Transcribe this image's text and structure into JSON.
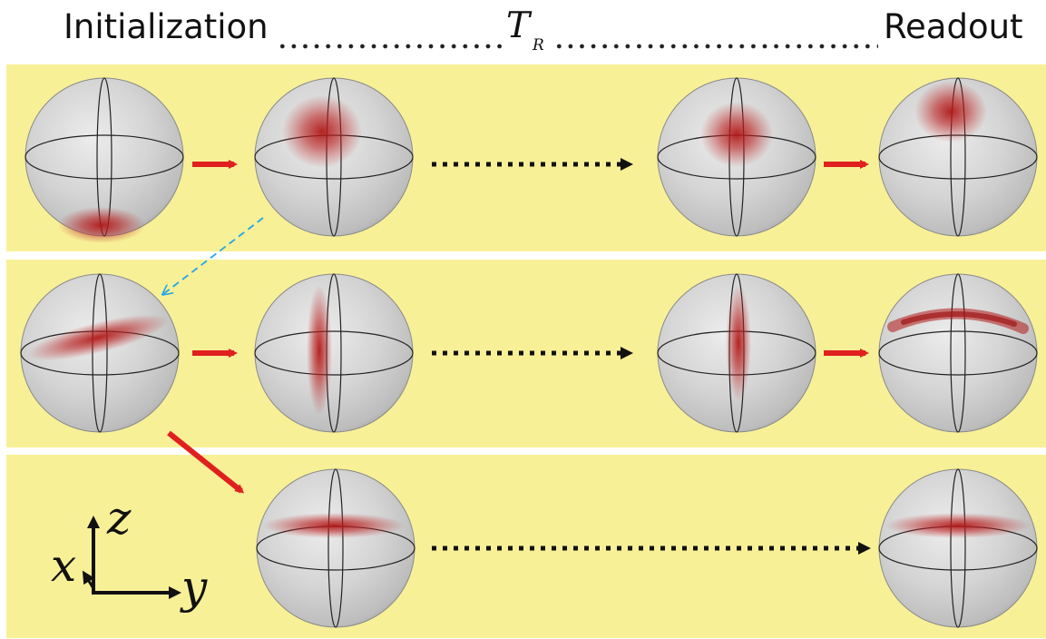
{
  "header": {
    "initialization_label": "Initialization",
    "readout_label": "Readout",
    "time_label": "T",
    "time_label_subscript": "R"
  },
  "axes": {
    "x": "x",
    "y": "y",
    "z": "z"
  },
  "colors": {
    "band_background": "#f8f097",
    "red_arrow": "#e0201f",
    "dotted_arrow": "#111111",
    "dashed_arrow": "#23a6e6",
    "distribution": "#b01818",
    "sphere": "#d0d0d0"
  }
}
